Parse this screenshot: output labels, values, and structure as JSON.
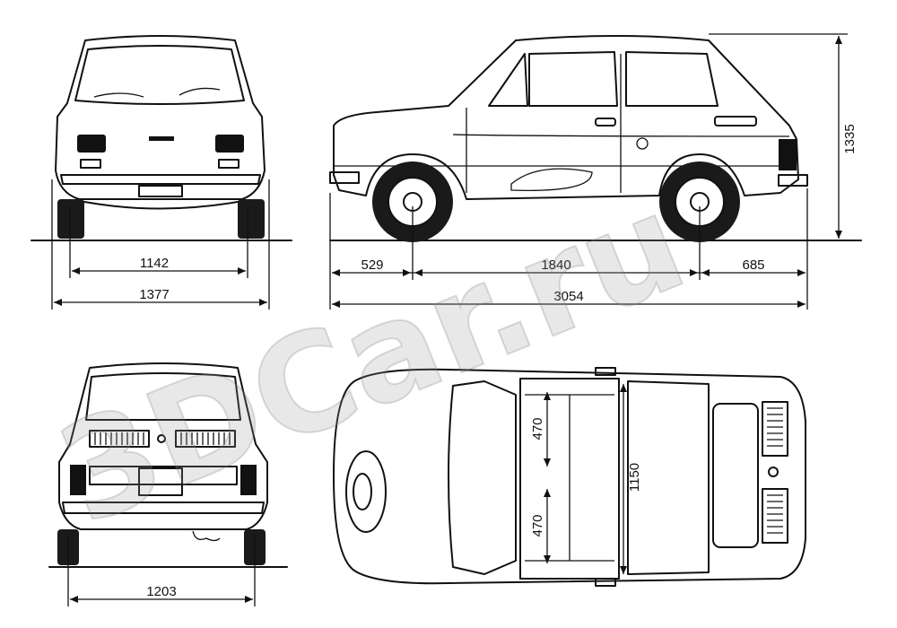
{
  "watermark": "3DCar.ru",
  "dimensions": {
    "front_track": "1142",
    "front_width": "1377",
    "front_overhang": "529",
    "wheelbase": "1840",
    "rear_overhang": "685",
    "overall_length": "3054",
    "height": "1335",
    "rear_track": "1203",
    "seat_front": "470",
    "seat_rear": "470",
    "interior_width": "1150"
  }
}
